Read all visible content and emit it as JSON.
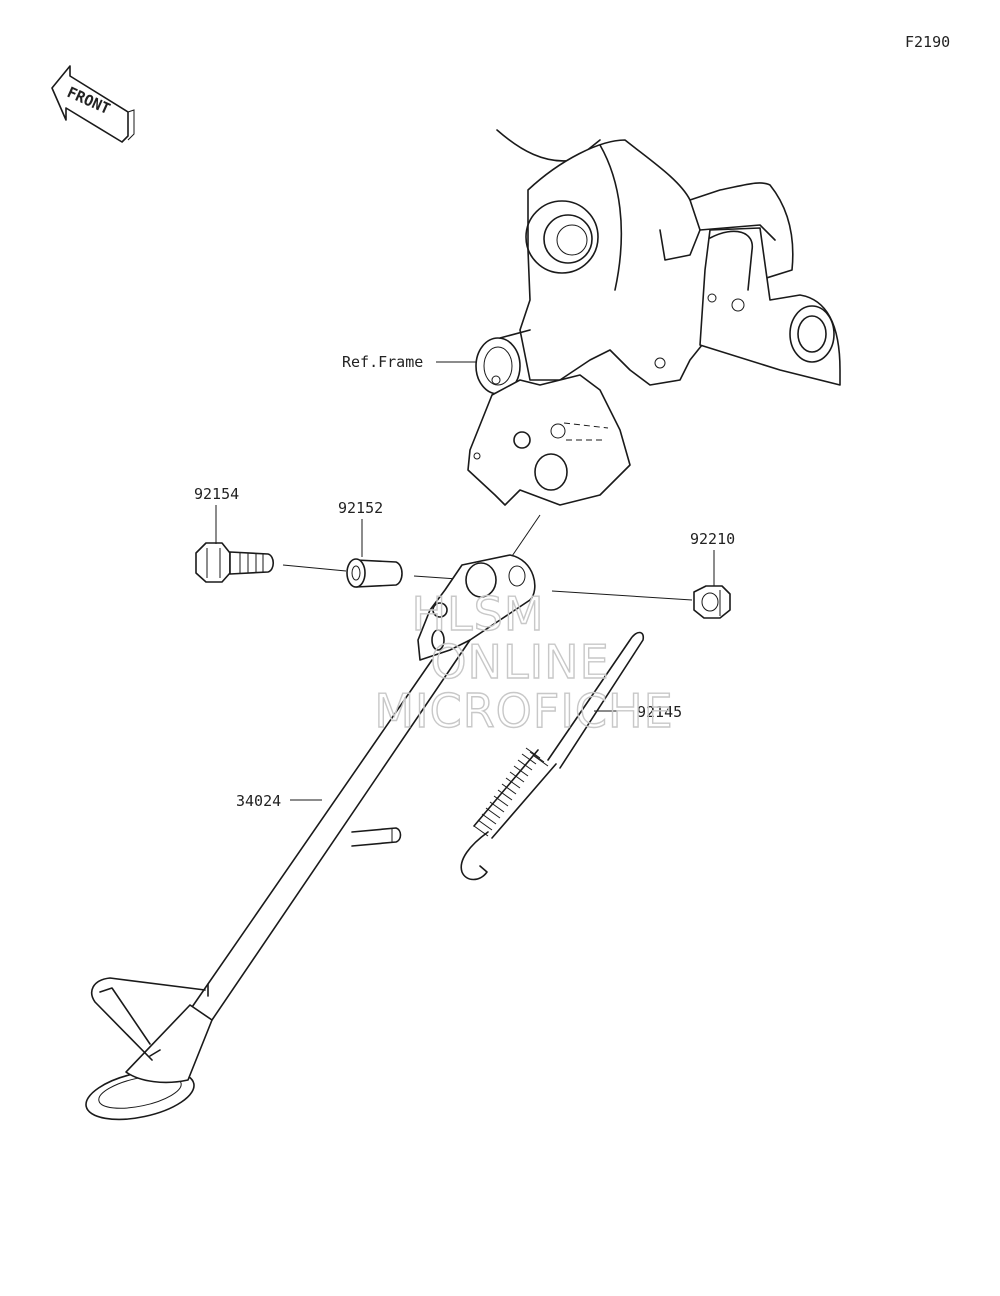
{
  "diagram_code": "F2190",
  "front_label": "FRONT",
  "ref_label": "Ref.Frame",
  "parts": {
    "bolt": "92154",
    "collar": "92152",
    "nut": "92210",
    "spring": "92145",
    "stand": "34024"
  },
  "watermark": [
    "HLSM",
    "ONLINE",
    "MICROFICHE"
  ]
}
